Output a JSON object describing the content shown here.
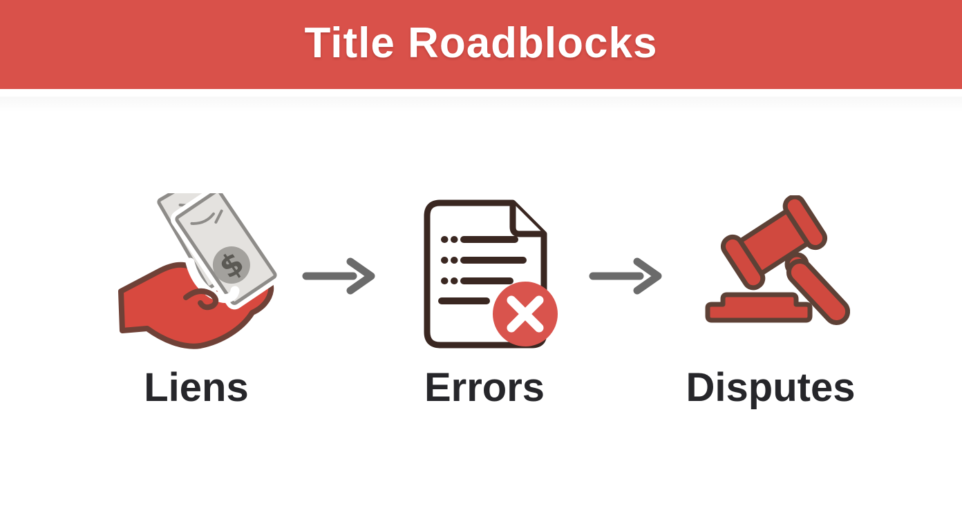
{
  "header": {
    "title": "Title Roadblocks"
  },
  "steps": [
    {
      "label": "Liens",
      "icon": "money-in-hand-icon"
    },
    {
      "label": "Errors",
      "icon": "document-error-icon"
    },
    {
      "label": "Disputes",
      "icon": "gavel-icon"
    }
  ],
  "icon_glyphs": {
    "currency_symbol": "$"
  },
  "arrows": {
    "count": 2,
    "direction": "right",
    "color": "#6b6b6b"
  },
  "colors": {
    "banner_red": "#d9514a",
    "hand_red": "#d8493f",
    "gavel_red": "#d0493f",
    "badge_red": "#d9544d",
    "hand_outline_brown": "#6f4137",
    "gavel_outline_brown": "#5d4136",
    "document_ink": "#3a2721",
    "bill_gray_fill": "#e4e2df",
    "bill_gray_border": "#8e8c89",
    "label_dark": "#26262a",
    "title_white": "#ffffff"
  }
}
